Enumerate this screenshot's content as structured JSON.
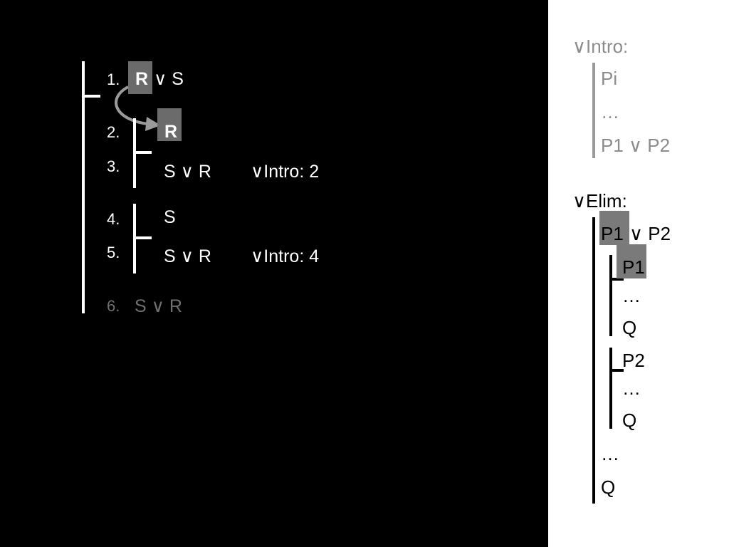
{
  "proof": {
    "line1": {
      "num": "1.",
      "head": "R",
      "rest": "∨ S"
    },
    "line2": {
      "num": "2.",
      "formula": "R"
    },
    "line3": {
      "num": "3.",
      "formula": "S ∨ R",
      "justification": "∨Intro: 2"
    },
    "line4": {
      "num": "4.",
      "formula": "S"
    },
    "line5": {
      "num": "5.",
      "formula": "S ∨ R",
      "justification": "∨Intro: 4"
    },
    "line6": {
      "num": "6.",
      "formula": "S ∨ R"
    }
  },
  "rules": {
    "intro": {
      "title": "∨Intro:",
      "premise": "Pi",
      "dots": "…",
      "conclusion": "P1 ∨ P2"
    },
    "elim": {
      "title": "∨Elim:",
      "premise_head": "P1",
      "premise_rest": "∨ P2",
      "sub1": {
        "assumption": "P1",
        "dots": "…",
        "result": "Q"
      },
      "sub2": {
        "assumption": "P2",
        "dots": "…",
        "result": "Q"
      },
      "dots": "…",
      "conclusion": "Q"
    }
  },
  "colors": {
    "background": "#000000",
    "rule_panel": "#ffffff",
    "highlight": "#6b6b6b",
    "arrow": "#9a9a9a"
  }
}
